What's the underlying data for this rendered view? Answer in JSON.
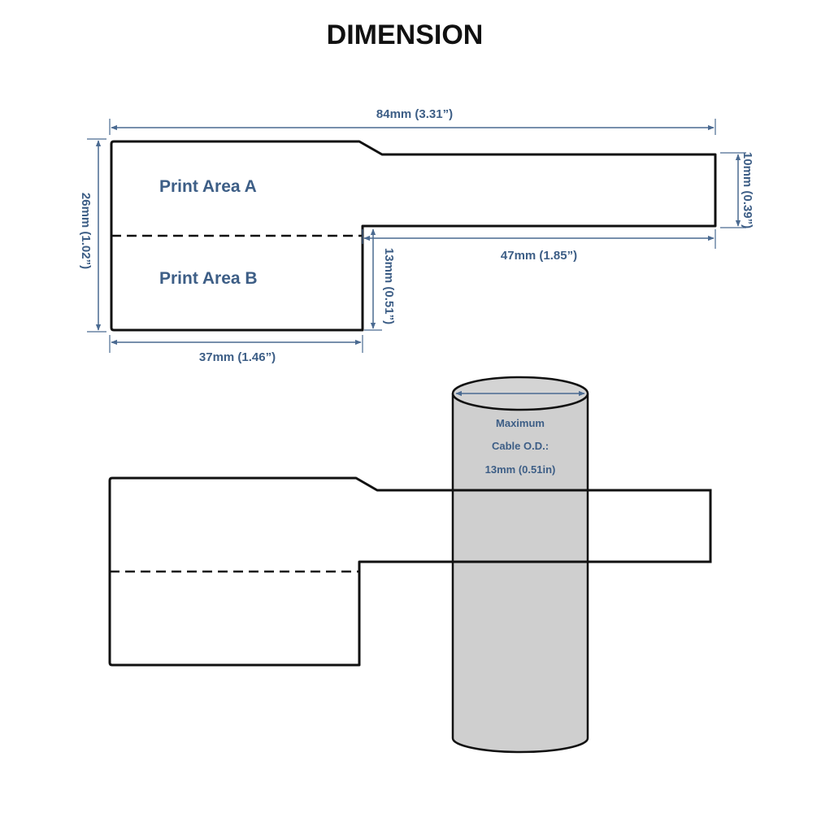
{
  "title": "DIMENSION",
  "top_diagram": {
    "dim_overall_width": "84mm (3.31”)",
    "dim_overall_height": "26mm (1.02”)",
    "dim_tail_height": "10mm (0.39”)",
    "dim_tail_length": "47mm (1.85”)",
    "dim_flag_step": "13mm (0.51”)",
    "dim_flag_width": "37mm (1.46”)",
    "print_area_a": "Print Area A",
    "print_area_b": "Print Area B"
  },
  "bottom_diagram": {
    "cable_line1": "Maximum",
    "cable_line2": "Cable O.D.:",
    "cable_line3": "13mm (0.51in)"
  },
  "colors": {
    "dimension_text": "#3d5e86",
    "dimension_line": "#4a6a91",
    "outline": "#111111",
    "cable_fill": "#cfcfcf"
  }
}
